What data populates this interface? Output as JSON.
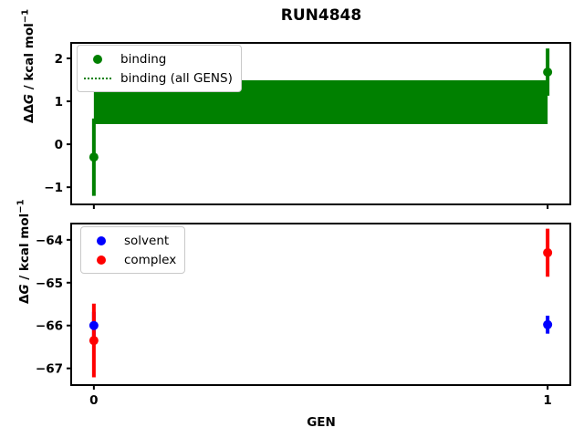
{
  "title": "RUN4848",
  "colors": {
    "binding": "#008000",
    "solvent": "#0000ff",
    "complex": "#ff0000",
    "axis": "#000000",
    "legend_border": "#c9c9c9"
  },
  "xlabel": "GEN",
  "chart_data": [
    {
      "type": "scatter",
      "panel": "top",
      "ylabel": {
        "prefix": "ΔΔ",
        "var": "G",
        "unit": " / kcal mol",
        "sup": "−1"
      },
      "xlim": [
        -0.05,
        1.05
      ],
      "ylim": [
        -1.4,
        2.36
      ],
      "grid": false,
      "yticks": [
        {
          "v": -1,
          "label": "−1"
        },
        {
          "v": 0,
          "label": "0"
        },
        {
          "v": 1,
          "label": "1"
        },
        {
          "v": 2,
          "label": "2"
        }
      ],
      "xticks": [
        {
          "v": 0,
          "label": ""
        },
        {
          "v": 1,
          "label": ""
        }
      ],
      "band": {
        "name": "binding (all GENS)",
        "x0": 0,
        "x1": 1,
        "center": 0.98,
        "lo": 0.47,
        "hi": 1.49,
        "color": "#008000"
      },
      "series": [
        {
          "name": "binding",
          "color": "#008000",
          "marker": "circle",
          "points": [
            {
              "x": 0,
              "y": -0.3,
              "err": 0.9
            },
            {
              "x": 1,
              "y": 1.68,
              "err": 0.55
            }
          ]
        }
      ],
      "legend": {
        "position": "upper left",
        "items": [
          {
            "swatch": "dot",
            "color": "#008000",
            "label": "binding"
          },
          {
            "swatch": "dotted",
            "color": "#008000",
            "label": "binding (all GENS)"
          }
        ]
      }
    },
    {
      "type": "scatter",
      "panel": "bottom",
      "ylabel": {
        "prefix": "Δ",
        "var": "G",
        "unit": " / kcal mol",
        "sup": "−1"
      },
      "xlabel": "GEN",
      "xlim": [
        -0.05,
        1.05
      ],
      "ylim": [
        -67.39,
        -63.62
      ],
      "grid": false,
      "yticks": [
        {
          "v": -67,
          "label": "−67"
        },
        {
          "v": -66,
          "label": "−66"
        },
        {
          "v": -65,
          "label": "−65"
        },
        {
          "v": -64,
          "label": "−64"
        }
      ],
      "xticks": [
        {
          "v": 0,
          "label": "0"
        },
        {
          "v": 1,
          "label": "1"
        }
      ],
      "series": [
        {
          "name": "solvent",
          "color": "#0000ff",
          "marker": "circle",
          "points": [
            {
              "x": 0,
              "y": -66.0,
              "err": 0.32
            },
            {
              "x": 1,
              "y": -65.98,
              "err": 0.21
            }
          ]
        },
        {
          "name": "complex",
          "color": "#ff0000",
          "marker": "circle",
          "points": [
            {
              "x": 0,
              "y": -66.35,
              "err": 0.86
            },
            {
              "x": 1,
              "y": -64.3,
              "err": 0.56
            }
          ]
        }
      ],
      "legend": {
        "position": "upper left",
        "items": [
          {
            "swatch": "dot",
            "color": "#0000ff",
            "label": "solvent"
          },
          {
            "swatch": "dot",
            "color": "#ff0000",
            "label": "complex"
          }
        ]
      }
    }
  ]
}
